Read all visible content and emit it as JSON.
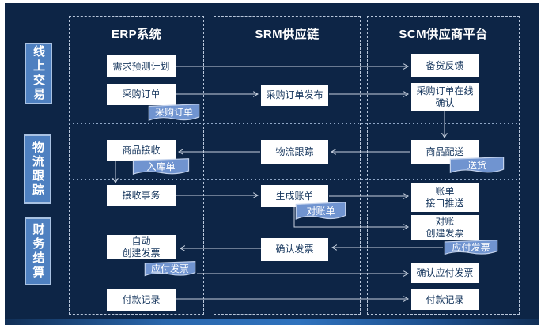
{
  "rows": [
    {
      "id": "online-trading",
      "label": "线上交易"
    },
    {
      "id": "logistics-tracking",
      "label": "物流跟踪"
    },
    {
      "id": "financial-settlement",
      "label": "财务结算"
    }
  ],
  "columns": {
    "erp": {
      "title": "ERP系统",
      "nodes": {
        "demand_forecast": "需求预测计划",
        "purchase_order": "采购订单",
        "goods_receipt": "商品接收",
        "receipt_transaction": "接收事务",
        "auto_invoice": "自动\n创建发票",
        "payment_record": "付款记录"
      }
    },
    "srm": {
      "title": "SRM供应链",
      "nodes": {
        "po_publish": "采购订单发布",
        "logistics_tracking": "物流跟踪",
        "generate_bill": "生成账单",
        "confirm_invoice": "确认发票"
      }
    },
    "scm": {
      "title": "SCM供应商平台",
      "nodes": {
        "stock_feedback": "备货反馈",
        "po_online_confirm": "采购订单在线\n确认",
        "goods_delivery": "商品配送",
        "bill_push": "账单\n接口推送",
        "reconcile_invoice": "对账\n创建发票",
        "confirm_payable": "确认应付发票",
        "payment_record": "付款记录"
      }
    }
  },
  "tags": {
    "purchase_order": "采购订单",
    "inbound_order": "入库单",
    "delivery": "送货",
    "reconciliation": "对账单",
    "payable_invoice_scm": "应付发票",
    "payable_invoice_erp": "应付发票"
  },
  "edges": [
    {
      "from": "erp.demand_forecast",
      "to": "scm.stock_feedback"
    },
    {
      "from": "erp.purchase_order",
      "to": "srm.po_publish"
    },
    {
      "from": "srm.po_publish",
      "to": "scm.po_online_confirm"
    },
    {
      "from": "scm.po_online_confirm",
      "to": "scm.goods_delivery"
    },
    {
      "from": "scm.goods_delivery",
      "to": "srm.logistics_tracking"
    },
    {
      "from": "srm.logistics_tracking",
      "to": "erp.goods_receipt"
    },
    {
      "from": "erp.goods_receipt",
      "to": "erp.receipt_transaction"
    },
    {
      "from": "erp.receipt_transaction",
      "to": "srm.generate_bill"
    },
    {
      "from": "srm.generate_bill",
      "to": "scm.bill_push"
    },
    {
      "from": "srm.generate_bill",
      "to": "scm.reconcile_invoice"
    },
    {
      "from": "scm.reconcile_invoice",
      "to": "srm.confirm_invoice"
    },
    {
      "from": "srm.confirm_invoice",
      "to": "erp.auto_invoice"
    },
    {
      "from": "erp.auto_invoice",
      "to": "scm.confirm_payable"
    },
    {
      "from": "erp.payment_record",
      "to": "scm.payment_record"
    }
  ],
  "colors": {
    "background": "#0d2546",
    "node_fill": "#ffffff",
    "node_text": "#17375e",
    "row_label_fill": "#4e80c0",
    "tag_fill": "#7094d0",
    "arrow": "#c6d0de",
    "bottom_bar": "#2f72bd"
  }
}
